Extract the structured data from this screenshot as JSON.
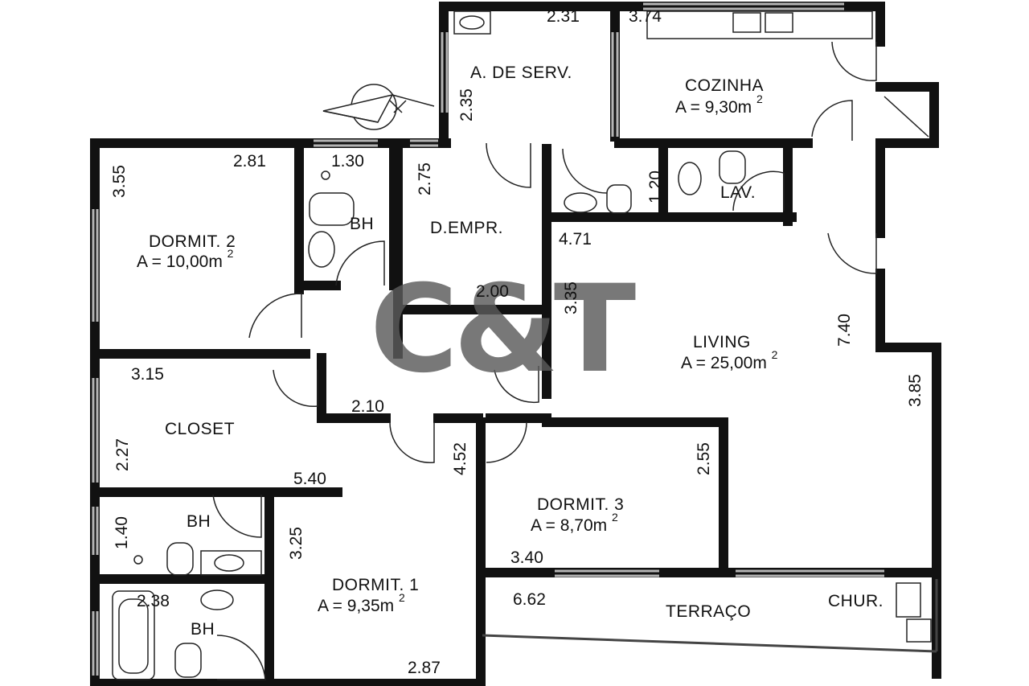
{
  "rooms": {
    "service": {
      "name": "A. DE SERV.",
      "width": "2.31",
      "depth": "2.35"
    },
    "kitchen": {
      "name": "COZINHA",
      "area": "A = 9,30m",
      "area_sup": "2",
      "width": "3.74"
    },
    "bedroom2": {
      "name": "DORMIT. 2",
      "area": "A = 10,00m",
      "area_sup": "2",
      "width": "2.81",
      "depth": "3.55"
    },
    "bath_top": {
      "name": "BH",
      "width": "1.30"
    },
    "maid_room": {
      "name": "D.EMPR.",
      "width": "2.00",
      "depth": "2.75"
    },
    "lavatory": {
      "name": "LAV.",
      "depth": "1.20"
    },
    "living": {
      "name": "LIVING",
      "area": "A = 25,00m",
      "area_sup": "2",
      "width": "4.71",
      "depth": "7.40",
      "side_depth": "3.85",
      "left_depth": "3.35"
    },
    "closet": {
      "name": "CLOSET",
      "width": "3.15",
      "depth": "2.27"
    },
    "hall": {
      "width": "2.10"
    },
    "bath_mid": {
      "name": "BH",
      "depth": "1.40"
    },
    "bedroom1": {
      "name": "DORMIT. 1",
      "area": "A = 9,35m",
      "area_sup": "2",
      "width_top": "5.40",
      "width_bottom": "2.87",
      "depth": "3.25",
      "side_depth": "4.52"
    },
    "bath_bottom": {
      "name": "BH",
      "width": "2.38"
    },
    "bedroom3": {
      "name": "DORMIT. 3",
      "area": "A = 8,70m",
      "area_sup": "2",
      "width": "3.40",
      "depth": "2.55"
    },
    "terrace": {
      "name": "TERRAÇO",
      "width": "6.62"
    },
    "grill": {
      "name": "CHUR."
    }
  },
  "watermark": {
    "text": "C&T"
  },
  "compass": {
    "icon": "north-arrow-icon"
  },
  "colors": {
    "wall": "#111111",
    "window": "#b5b5b5",
    "watermark": "#5a5a5a"
  }
}
